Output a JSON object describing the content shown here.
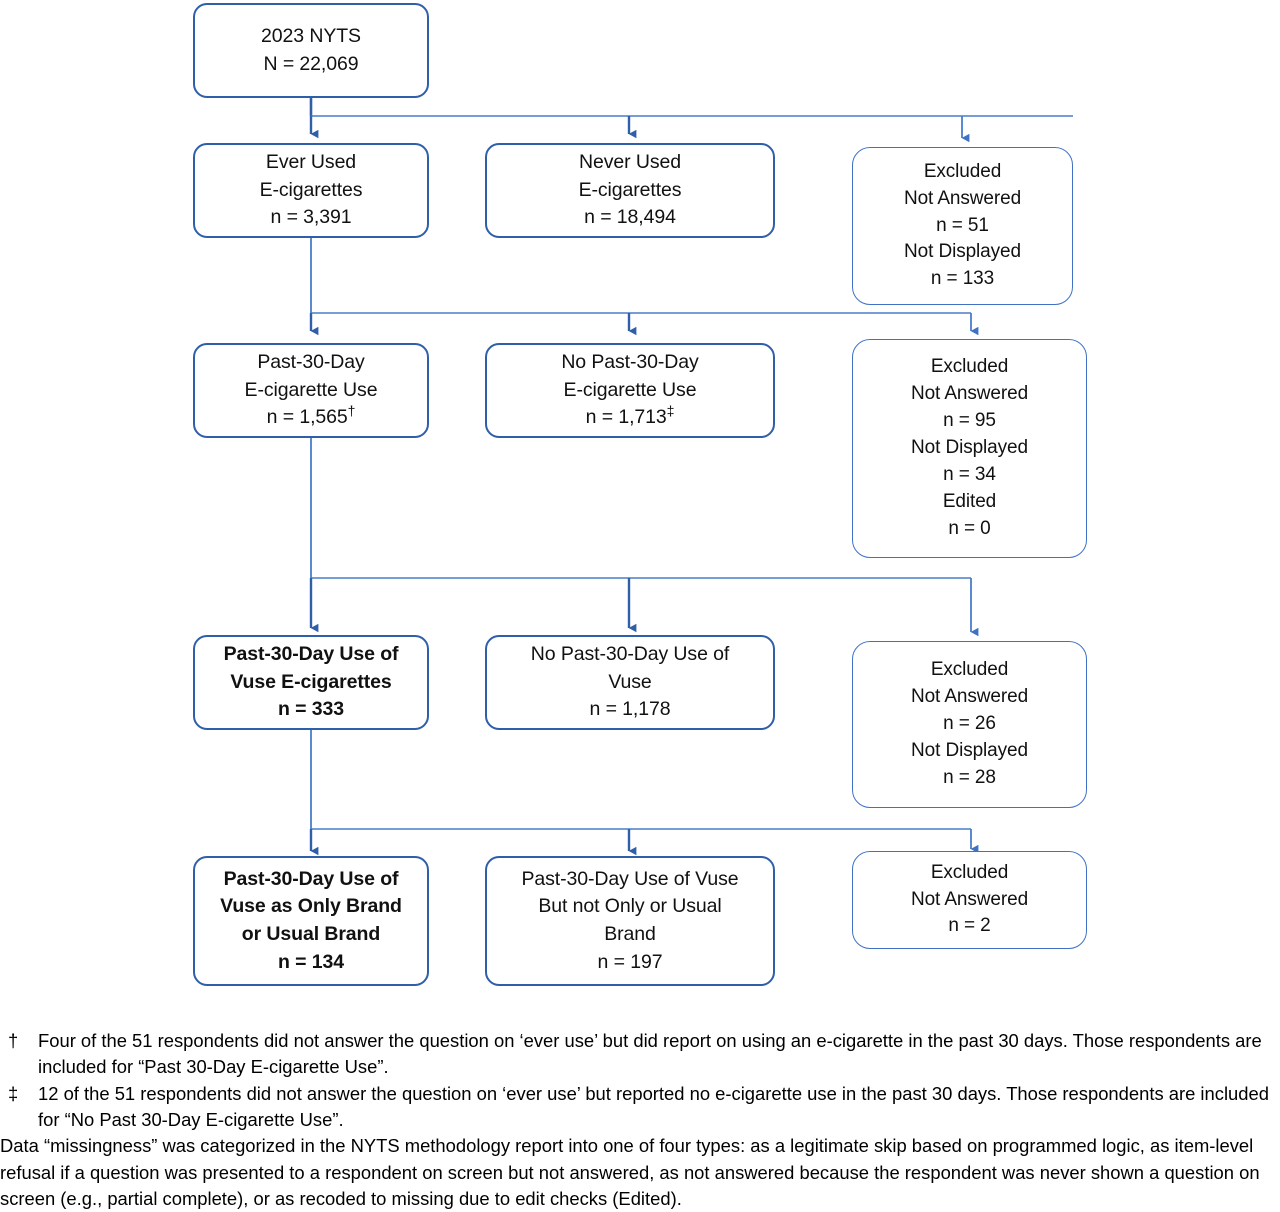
{
  "figure": {
    "type": "flow-diagram",
    "title": "2023 NYTS e-cigarette use sample derivation flow chart",
    "accent_color": "#2E5FA8",
    "excluded_border_color": "#3F72C4",
    "connector_color": "#4A7DC8",
    "background": "#ffffff"
  },
  "nodes": {
    "root": {
      "name": "2023 NYTS",
      "lines": [
        "2023 NYTS",
        "N = 22,069"
      ],
      "count_label": "N = 22,069"
    },
    "row2": {
      "ever_used": {
        "lines": [
          "Ever Used",
          "E-cigarettes",
          "n = 3,391"
        ],
        "count_label": "n = 3,391"
      },
      "never_used": {
        "lines": [
          "Never Used",
          "E-cigarettes",
          "n = 18,494"
        ],
        "count_label": "n = 18,494"
      },
      "excluded": {
        "lines": [
          "Excluded",
          "Not Answered",
          "n = 51",
          "Not Displayed",
          "n = 133"
        ],
        "items": [
          {
            "label": "Not Answered",
            "count_label": "n = 51"
          },
          {
            "label": "Not Displayed",
            "count_label": "n = 133"
          }
        ]
      }
    },
    "row3": {
      "past30": {
        "lines": [
          "Past-30-Day",
          "E-cigarette Use",
          "n = 1,565"
        ],
        "count_label": "n = 1,565",
        "footnote_marker": "†"
      },
      "no_past30": {
        "lines": [
          "No Past-30-Day",
          "E-cigarette Use",
          "n = 1,713"
        ],
        "count_label": "n = 1,713",
        "footnote_marker": "‡"
      },
      "excluded": {
        "lines": [
          "Excluded",
          "Not Answered",
          "n = 95",
          "Not Displayed",
          "n = 34",
          "Edited",
          "n = 0"
        ],
        "items": [
          {
            "label": "Not Answered",
            "count_label": "n = 95"
          },
          {
            "label": "Not Displayed",
            "count_label": "n = 34"
          },
          {
            "label": "Edited",
            "count_label": "n = 0"
          }
        ]
      }
    },
    "row4": {
      "vuse_use": {
        "lines": [
          "Past-30-Day Use of",
          "Vuse E-cigarettes",
          "n = 333"
        ],
        "count_label": "n = 333"
      },
      "no_vuse_use": {
        "lines": [
          "No Past-30-Day Use of",
          "Vuse",
          "n = 1,178"
        ],
        "count_label": "n = 1,178"
      },
      "excluded": {
        "lines": [
          "Excluded",
          "Not Answered",
          "n = 26",
          "Not Displayed",
          "n = 28"
        ],
        "items": [
          {
            "label": "Not Answered",
            "count_label": "n = 26"
          },
          {
            "label": "Not Displayed",
            "count_label": "n = 28"
          }
        ]
      }
    },
    "row5": {
      "only_usual": {
        "lines": [
          "Past-30-Day Use of",
          "Vuse as Only Brand",
          "or Usual Brand",
          "n = 134"
        ],
        "count_label": "n = 134"
      },
      "not_only_usual": {
        "lines": [
          "Past-30-Day Use of Vuse",
          "But not Only or Usual",
          "Brand",
          "n = 197"
        ],
        "count_label": "n = 197"
      },
      "excluded": {
        "lines": [
          "Excluded",
          "Not Answered",
          "n = 2"
        ],
        "items": [
          {
            "label": "Not Answered",
            "count_label": "n = 2"
          }
        ]
      }
    }
  },
  "footnotes": {
    "dagger": {
      "symbol": "†",
      "text": "Four of the 51 respondents did not answer the question on ‘ever use’ but did report on using an e-cigarette in the past 30 days. Those respondents are included for “Past 30-Day E-cigarette Use”."
    },
    "double_dagger": {
      "symbol": "‡",
      "text": "12 of the 51 respondents did not answer the question on ‘ever use’ but reported no e-cigarette use in the past 30 days. Those respondents are included for “No Past 30-Day E-cigarette Use”."
    },
    "note": "Data “missingness” was categorized in the NYTS methodology report into one of four types: as a legitimate skip based on programmed logic, as item-level refusal if a question was presented to a respondent on screen but not answered, as not answered because the respondent was never shown a question on screen (e.g., partial complete), or as recoded to missing due to edit checks (Edited)."
  }
}
